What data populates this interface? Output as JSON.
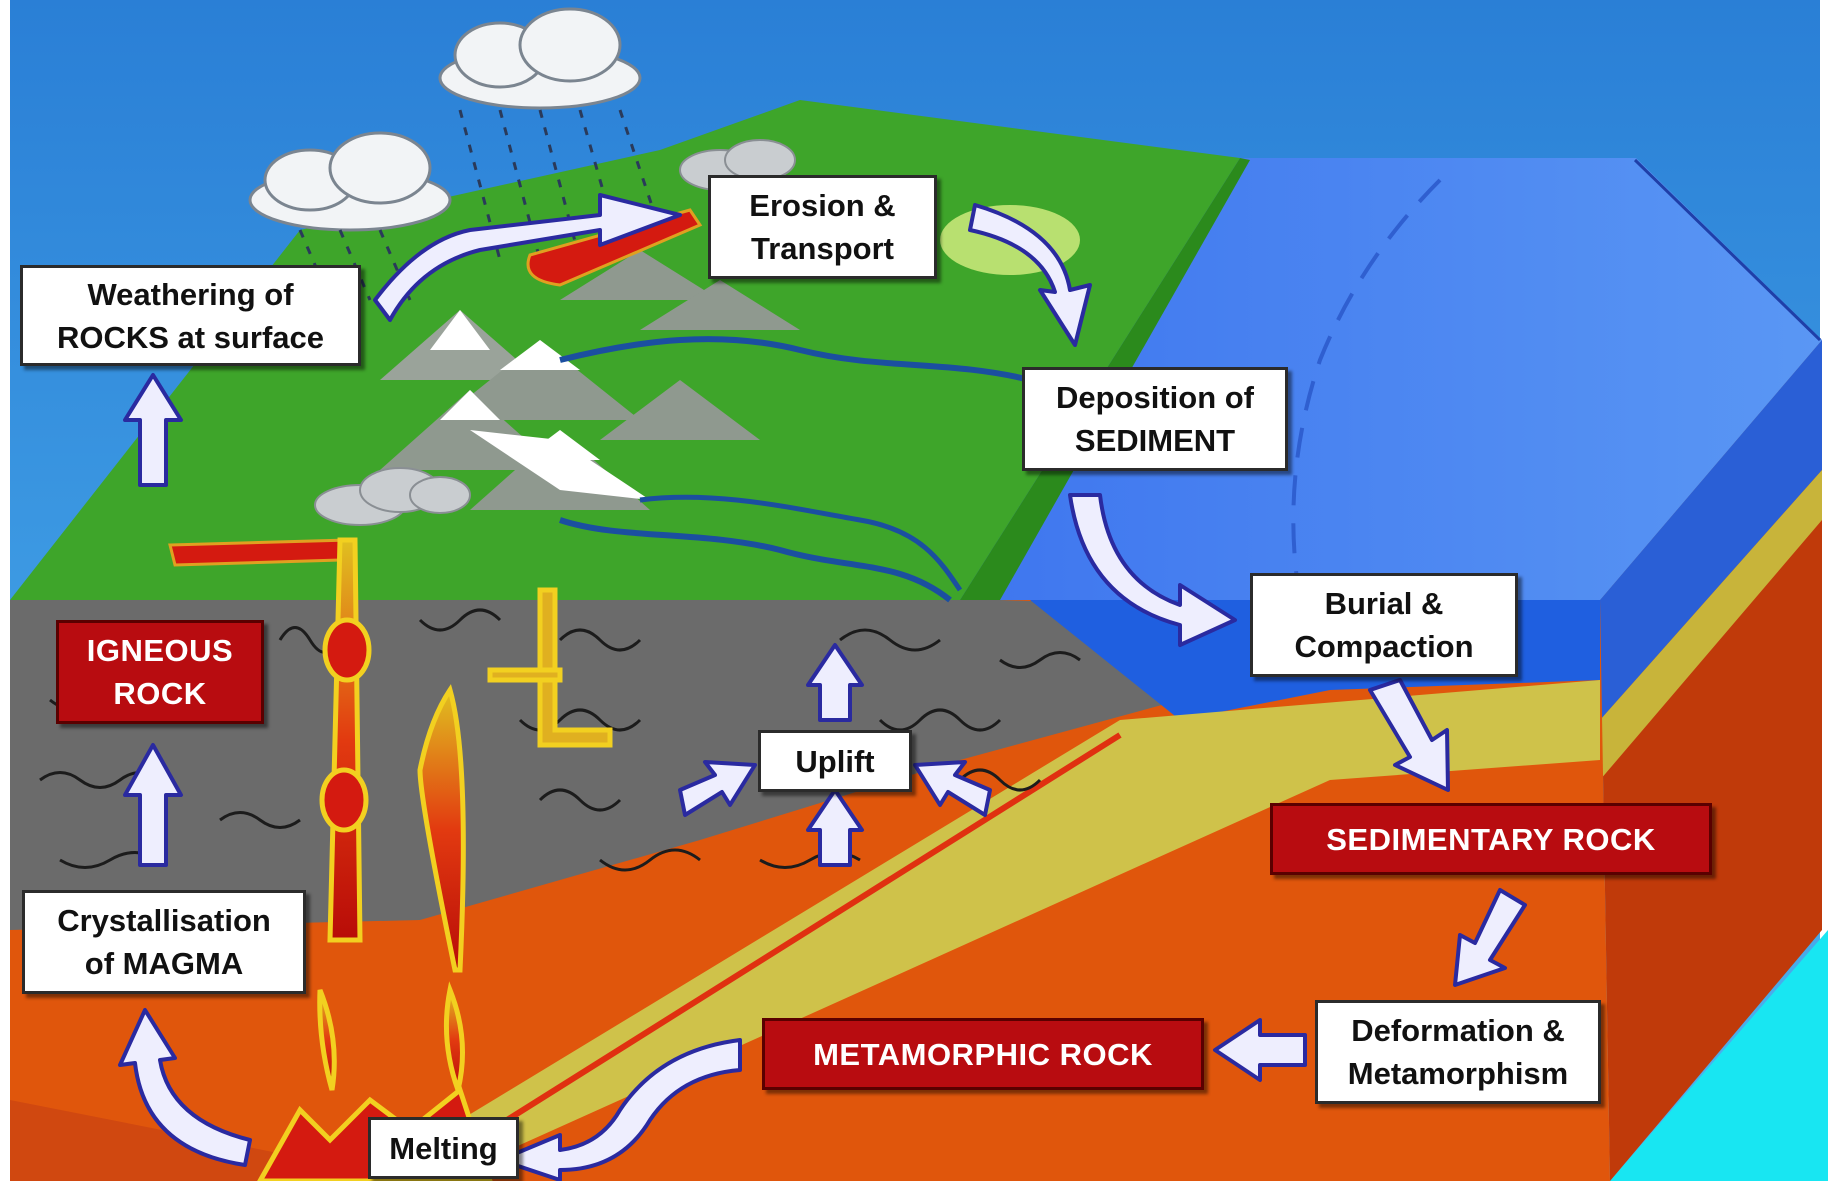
{
  "colors": {
    "sky": "#2f8fd9",
    "land": "#3ea52a",
    "ocean": "#3f7ff0",
    "crust_gray": "#6b6b6b",
    "mantle": "#e0560c",
    "sediment_yellow": "#cfc24a",
    "magma": "#d41a10",
    "arrow_fill": "#eeeefe",
    "arrow_stroke": "#2a2aa0",
    "rock_label": "#b80c10"
  },
  "labels": {
    "weathering": [
      "Weathering of",
      "ROCKS at surface"
    ],
    "erosion": [
      "Erosion &",
      "Transport"
    ],
    "deposition": [
      "Deposition of",
      "SEDIMENT"
    ],
    "burial": [
      "Burial &",
      "Compaction"
    ],
    "deformation": [
      "Deformation &",
      "Metamorphism"
    ],
    "melting": "Melting",
    "crystallisation": [
      "Crystallisation",
      "of MAGMA"
    ],
    "uplift": "Uplift"
  },
  "rocks": {
    "igneous": [
      "IGNEOUS",
      "ROCK"
    ],
    "sedimentary": "SEDIMENTARY ROCK",
    "metamorphic": "METAMORPHIC ROCK"
  }
}
